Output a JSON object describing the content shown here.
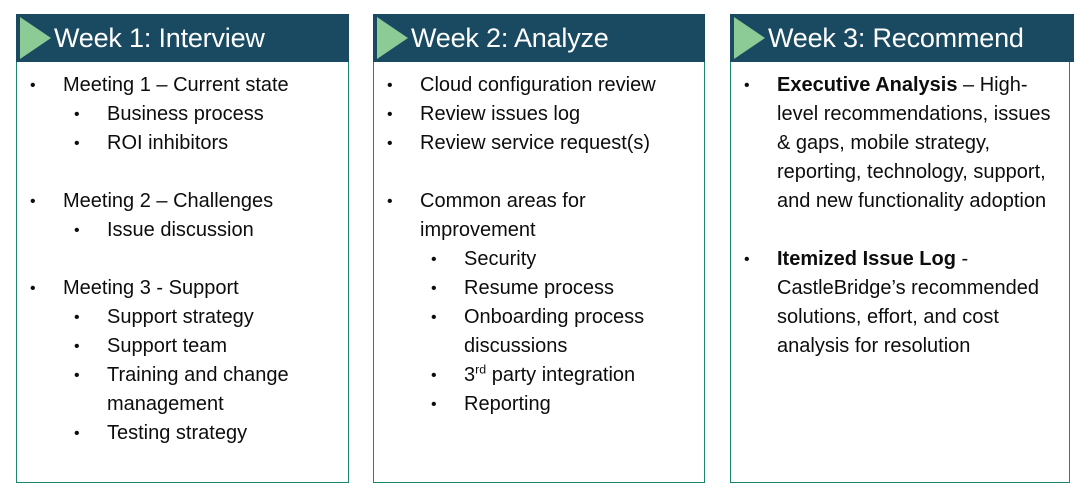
{
  "theme": {
    "header_bg": "#1a4a61",
    "triangle_green": "#8ccb95",
    "border_teal": "#1a8870",
    "title_color": "#ffffff",
    "body_text_color": "#0d0d0d"
  },
  "cards": [
    {
      "id": "week-1",
      "title": "Week 1: Interview",
      "icon": "play-triangle-icon",
      "items": [
        {
          "level": 1,
          "text": "Meeting 1 – Current state"
        },
        {
          "level": 2,
          "text": "Business process"
        },
        {
          "level": 2,
          "text": "ROI inhibitors"
        },
        {
          "level": 0,
          "text": ""
        },
        {
          "level": 1,
          "text": "Meeting 2 – Challenges"
        },
        {
          "level": 2,
          "text": "Issue discussion"
        },
        {
          "level": 0,
          "text": ""
        },
        {
          "level": 1,
          "text": "Meeting 3 - Support"
        },
        {
          "level": 2,
          "text": "Support strategy"
        },
        {
          "level": 2,
          "text": "Support team"
        },
        {
          "level": 2,
          "text": "Training and change management"
        },
        {
          "level": 2,
          "text": "Testing strategy"
        }
      ]
    },
    {
      "id": "week-2",
      "title": "Week 2: Analyze",
      "icon": "play-triangle-icon",
      "items": [
        {
          "level": 1,
          "text": "Cloud configuration review"
        },
        {
          "level": 1,
          "text": "Review issues log"
        },
        {
          "level": 1,
          "text": "Review service request(s)"
        },
        {
          "level": 0,
          "text": ""
        },
        {
          "level": 1,
          "text": "Common areas for improvement"
        },
        {
          "level": 2,
          "text": "Security"
        },
        {
          "level": 2,
          "text": "Resume process"
        },
        {
          "level": 2,
          "text": "Onboarding process discussions"
        },
        {
          "level": 2,
          "html": "3<sup>rd</sup> party integration",
          "text": "3rd party integration"
        },
        {
          "level": 2,
          "text": "Reporting"
        }
      ]
    },
    {
      "id": "week-3",
      "title": "Week 3: Recommend",
      "icon": "play-triangle-icon",
      "items": [
        {
          "level": 1,
          "html": "<span class=\"b\">Executive Analysis</span> – High-level recommendations, issues &amp; gaps, mobile strategy, reporting, technology, support, and new functionality adoption",
          "text": "Executive Analysis – High-level recommendations, issues & gaps, mobile strategy, reporting, technology, support, and new functionality adoption"
        },
        {
          "level": 0,
          "text": ""
        },
        {
          "level": 1,
          "html": "<span class=\"b\">Itemized Issue Log</span> - CastleBridge’s recommended solutions, effort, and cost analysis for resolution",
          "text": "Itemized Issue Log - CastleBridge’s recommended solutions, effort, and cost analysis for resolution"
        }
      ]
    }
  ],
  "bullet_glyph": "•"
}
